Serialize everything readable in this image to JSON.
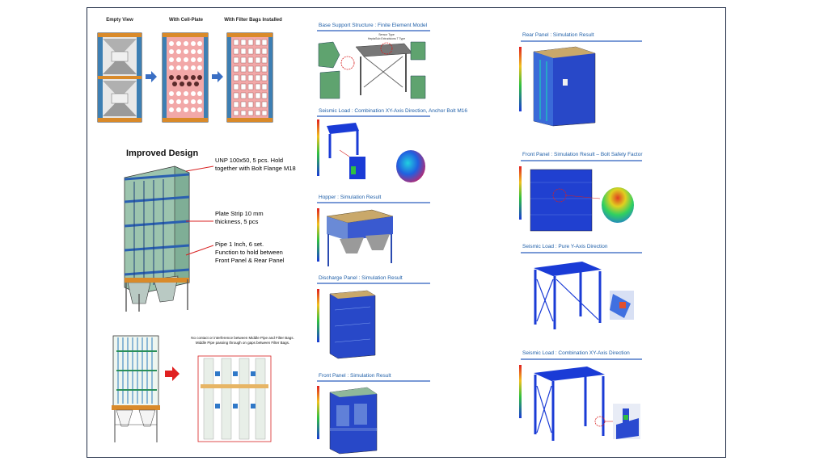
{
  "top_row": {
    "labels": [
      "Empty View",
      "With Cell-Plate",
      "With Filter Bags Installed"
    ]
  },
  "improved": {
    "heading": "Improved Design",
    "callouts": [
      "UNP 100x50, 5 pcs. Hold together with Bolt Flange M18",
      "Plate Strip 10 mm thickness, 5 pcs",
      "Pipe 1 Inch, 6 set. Function to hold between Front Panel & Rear Panel"
    ]
  },
  "bottom_note": "No contact or interference between Middle Pipe and Filter Bags. Middle Pipe passing through on gaps between Filter Bags.",
  "middle_col": {
    "sections": [
      {
        "title": "Base Support Structure : Finite Element Model",
        "sub": "Sensor Type\nHeptaSub Extrudsions T Type"
      },
      {
        "title": "Seismic Load : Combination XY-Axis Direction, Anchor Bolt M16"
      },
      {
        "title": "Hopper : Simulation Result"
      },
      {
        "title": "Discharge Panel : Simulation Result"
      },
      {
        "title": "Front Panel : Simulation Result"
      }
    ]
  },
  "right_col": {
    "sections": [
      {
        "title": "Rear Panel : Simulation Result"
      },
      {
        "title": "Front Panel : Simulation Result – Bolt Safety Factor"
      },
      {
        "title": "Seismic Load : Pure Y-Axis Direction"
      },
      {
        "title": "Seismic Load : Combination XY-Axis Direction"
      }
    ]
  },
  "colors": {
    "frame_border": "#1e2a44",
    "title_blue": "#1f5fa8",
    "arrow_blue": "#3a6fc4",
    "arrow_red": "#e02020",
    "fea_blue": "#1a3bd6",
    "model_green": "#6fa88a",
    "hopper_tan": "#c9a86a"
  }
}
